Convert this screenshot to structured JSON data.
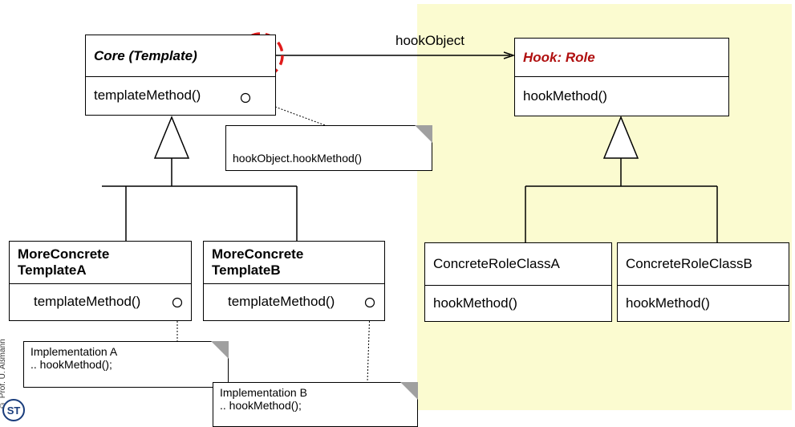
{
  "colors": {
    "role_highlight": "#fbfbd0",
    "hook_title": "#b01010",
    "hotspot_ring": "#e01b1b",
    "note_fold": "#a0a0a0"
  },
  "core": {
    "title": "Core (Template)",
    "method": "templateMethod()"
  },
  "hook": {
    "title": "Hook: Role",
    "method": "hookMethod()"
  },
  "association_label": "hookObject",
  "note_core": "hookObject.hookMethod()",
  "subclass_a": {
    "title_line1": "MoreConcrete",
    "title_line2": "TemplateA",
    "method": "templateMethod()"
  },
  "subclass_b": {
    "title_line1": "MoreConcrete",
    "title_line2": "TemplateB",
    "method": "templateMethod()"
  },
  "note_a": {
    "line1": "Implementation A",
    "line2": ".. hookMethod();"
  },
  "note_b": {
    "line1": "Implementation B",
    "line2": ".. hookMethod();"
  },
  "role_a": {
    "title": "ConcreteRoleClassA",
    "method": "hookMethod()"
  },
  "role_b": {
    "title": "ConcreteRoleClassB",
    "method": "hookMethod()"
  },
  "copyright": "© Prof. U. Aßmann",
  "logo_text": "ST"
}
